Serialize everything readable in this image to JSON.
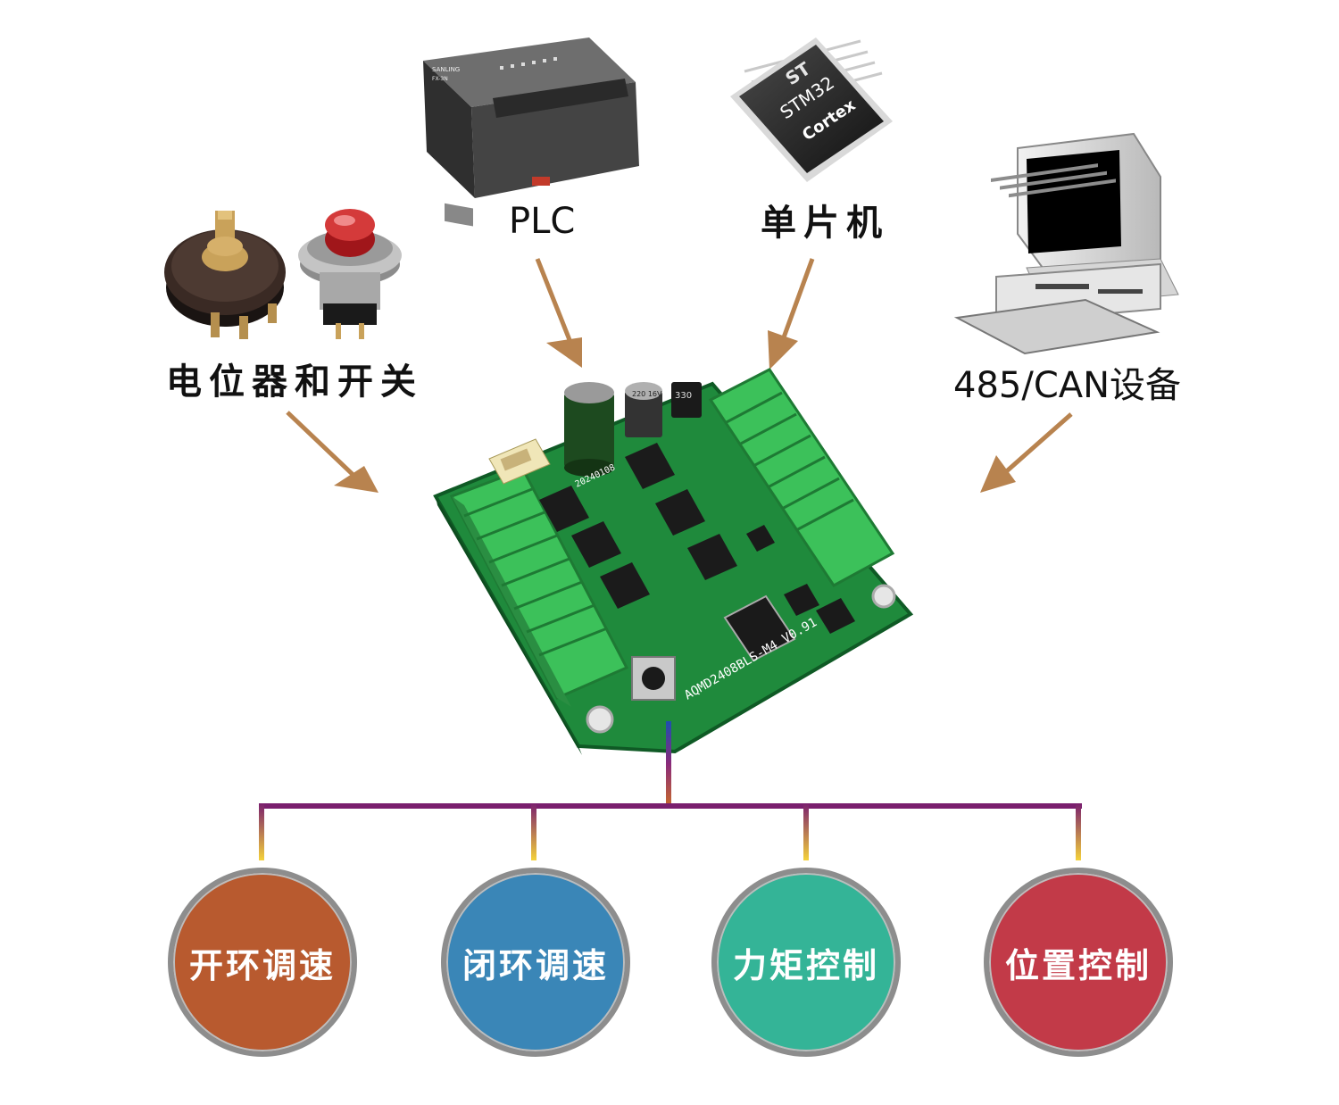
{
  "inputs": {
    "pot_switch_label": "电位器和开关",
    "plc_label": "PLC",
    "mcu_label": "单片机",
    "bus_label": "485/CAN设备"
  },
  "modes": [
    {
      "label": "开环调速",
      "color": "#b85a2f"
    },
    {
      "label": "闭环调速",
      "color": "#3a86b7"
    },
    {
      "label": "力矩控制",
      "color": "#34b497"
    },
    {
      "label": "位置控制",
      "color": "#c23a48"
    }
  ],
  "chips": {
    "mcu_brand": "ST",
    "mcu_family": "STM32",
    "mcu_core": "Cortex",
    "plc_brand": "SANLING",
    "plc_model": "FX-3N"
  },
  "board": {
    "model_text": "AQMD2408BLS-M4 V0.91",
    "cap_text": "220 16V",
    "inductor_text": "330",
    "date_text": "20240108"
  },
  "colors": {
    "arrow": "#b8834f",
    "connector": "#7a1f6e",
    "pcb": "#1f8a3c",
    "terminal": "#3cc15a"
  }
}
